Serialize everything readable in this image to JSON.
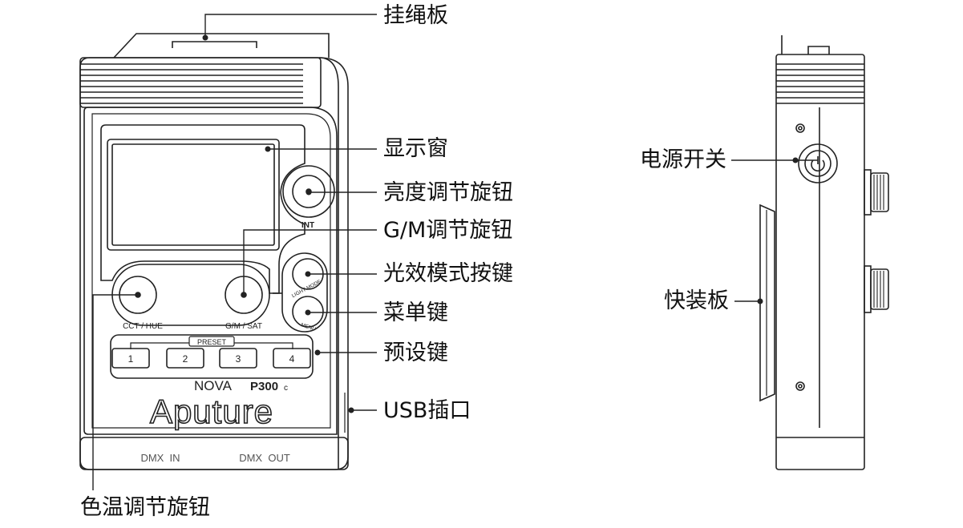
{
  "colors": {
    "stroke": "#222222",
    "fill": "#ffffff"
  },
  "callouts": {
    "lanyard_plate": "挂绳板",
    "display_window": "显示窗",
    "brightness_knob": "亮度调节旋钮",
    "gm_knob": "G/M调节旋钮",
    "light_mode_button": "光效模式按键",
    "menu_button": "菜单键",
    "preset_buttons": "预设键",
    "usb_port": "USB插口",
    "cct_knob": "色温调节旋钮",
    "power_switch": "电源开关",
    "quick_release_plate": "快装板"
  },
  "device_labels": {
    "int": "INT",
    "cct_hue": "CCT / HUE",
    "gm_sat": "G/M / SAT",
    "light_mode": "LIGHT MODE",
    "menu": "MENU",
    "preset": "PRESET",
    "preset_keys": [
      "1",
      "2",
      "3",
      "4"
    ],
    "model_nova": "NOVA",
    "model_p300": "P300",
    "model_c": "c",
    "brand": "Aputure",
    "dmx_in": "DMX  IN",
    "dmx_out": "DMX  OUT"
  },
  "icons": {
    "power": "power-icon"
  }
}
